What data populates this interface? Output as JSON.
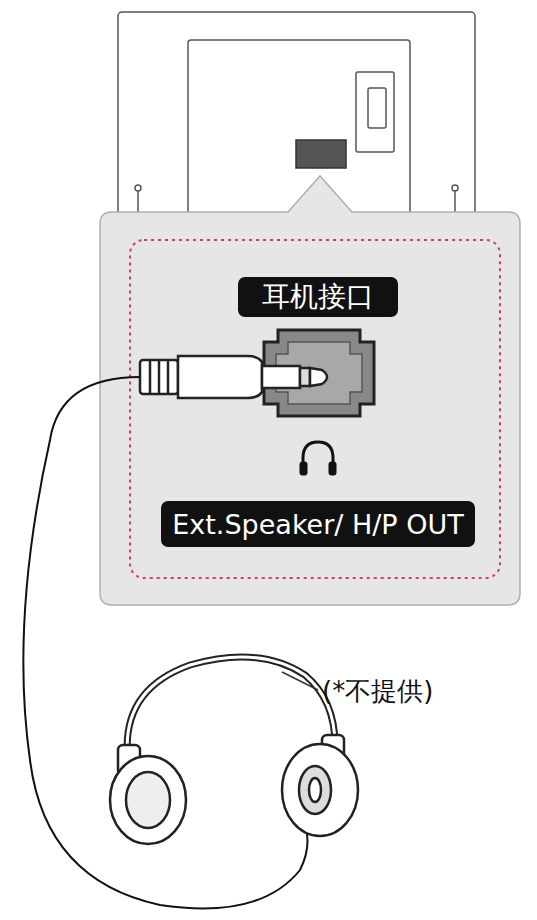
{
  "diagram": {
    "nodes": [
      {
        "text": [
          "耳机接口"
        ]
      },
      {
        "text": [
          "Ext.Speaker/ H/P OUT"
        ]
      }
    ],
    "labels": [
      "(*不提供)"
    ]
  }
}
